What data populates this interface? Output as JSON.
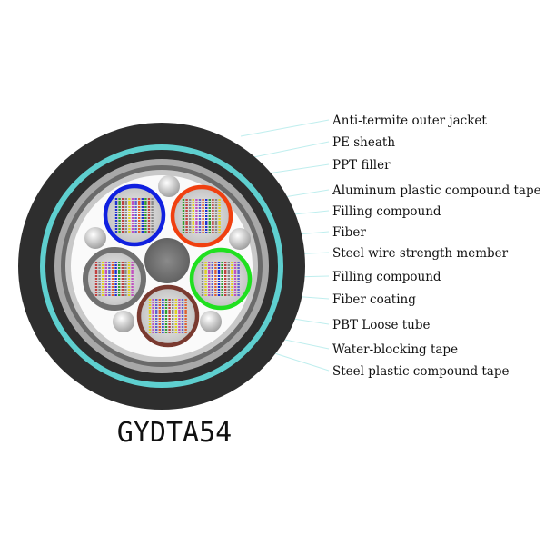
{
  "title": "GYDTA54",
  "labels": [
    "Anti-termite outer jacket",
    "PE sheath",
    "PPT filler",
    "Aluminum plastic compound tape",
    "Filling compound",
    "Fiber",
    "Steel wire strength member",
    "Filling compound",
    "Fiber coating",
    "PBT Loose tube",
    "Water-blocking tape",
    "Steel plastic compound tape"
  ],
  "colors": {
    "jacket": "#2e2e2e",
    "teal": "#5ecfcf",
    "tubes": [
      "#1020e0",
      "#f04010",
      "#707070",
      "#20e020",
      "#7a3a30"
    ],
    "fibers": [
      "#2030d0",
      "#30a030",
      "#c04040",
      "#888888",
      "#e0d020",
      "#c050c0",
      "#6060d0",
      "#e06030"
    ],
    "leader": "#bfeeee"
  }
}
